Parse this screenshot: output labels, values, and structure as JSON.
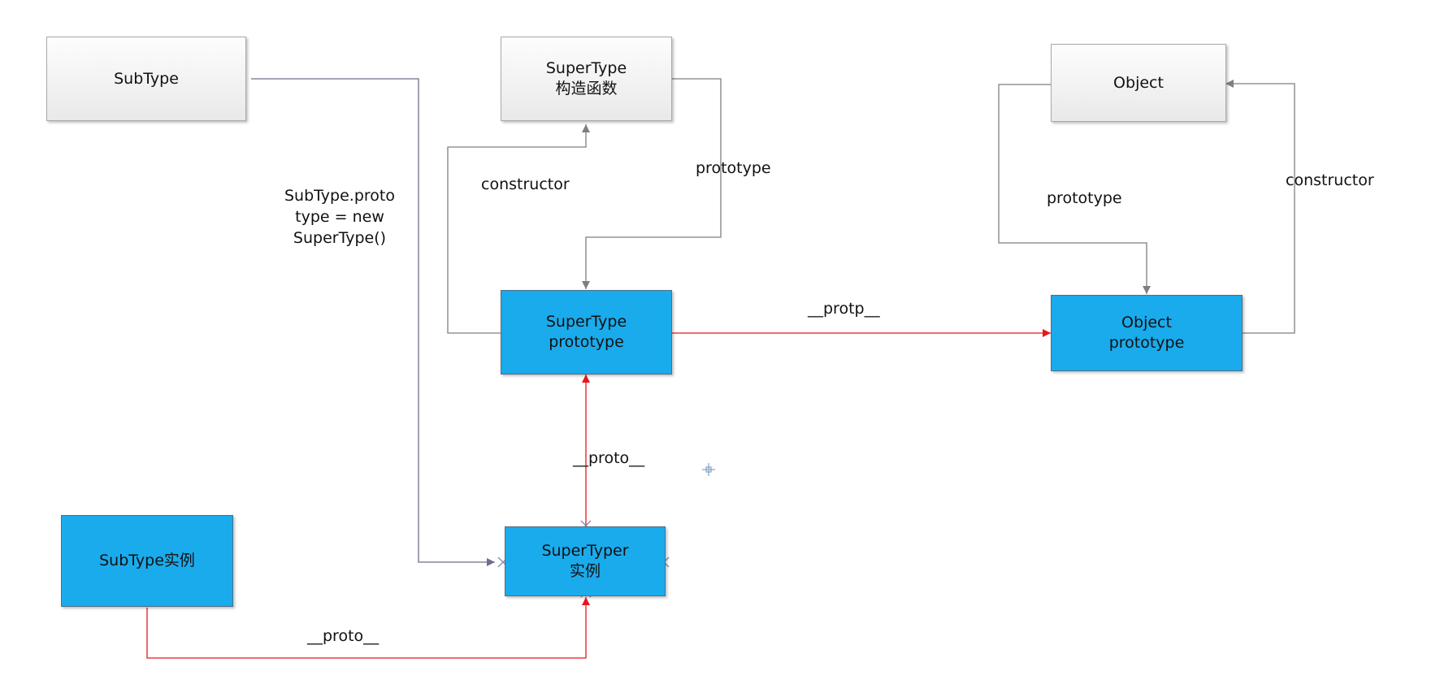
{
  "nodes": {
    "subtype": {
      "lines": [
        "SubType"
      ]
    },
    "supertype_ctor": {
      "lines": [
        "SuperType",
        "构造函数"
      ]
    },
    "object_ctor": {
      "lines": [
        "Object"
      ]
    },
    "supertype_proto": {
      "lines": [
        "SuperType",
        "prototype"
      ]
    },
    "object_proto": {
      "lines": [
        "Object",
        "prototype"
      ]
    },
    "subtype_instance": {
      "lines": [
        "SubType实例"
      ]
    },
    "supertyper_instance": {
      "lines": [
        "SuperTyper",
        "实例"
      ]
    }
  },
  "edge_labels": {
    "constructor_left": "constructor",
    "prototype_mid": "prototype",
    "subtype_prototype_assign": [
      "SubType.proto",
      "type = new",
      "SuperType()"
    ],
    "prototype_right": "prototype",
    "constructor_right": "constructor",
    "protp": "__protp__",
    "proto_vertical": "__proto__",
    "proto_bottom": "__proto__"
  },
  "colors": {
    "gray_edge": "#7f7f7f",
    "red_edge": "#e8161c",
    "blue_node": "#1aabec"
  }
}
